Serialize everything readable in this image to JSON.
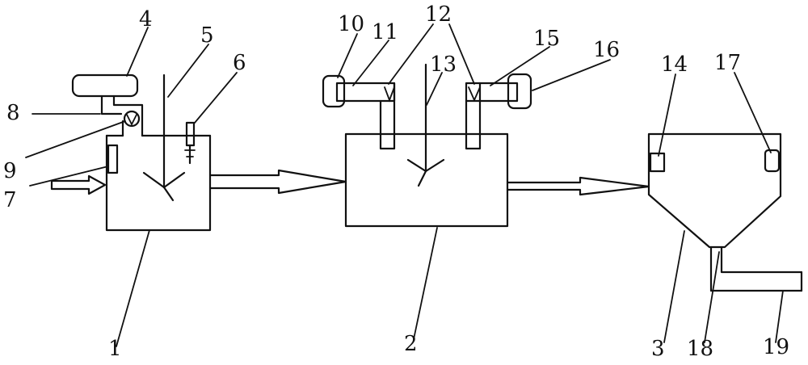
{
  "labels": {
    "n1": "1",
    "n2": "2",
    "n3": "3",
    "n4": "4",
    "n5": "5",
    "n6": "6",
    "n7": "7",
    "n8": "8",
    "n9": "9",
    "n10": "10",
    "n11": "11",
    "n12": "12",
    "n13": "13",
    "n14": "14",
    "n15": "15",
    "n16": "16",
    "n17": "17",
    "n18": "18",
    "n19": "19"
  }
}
